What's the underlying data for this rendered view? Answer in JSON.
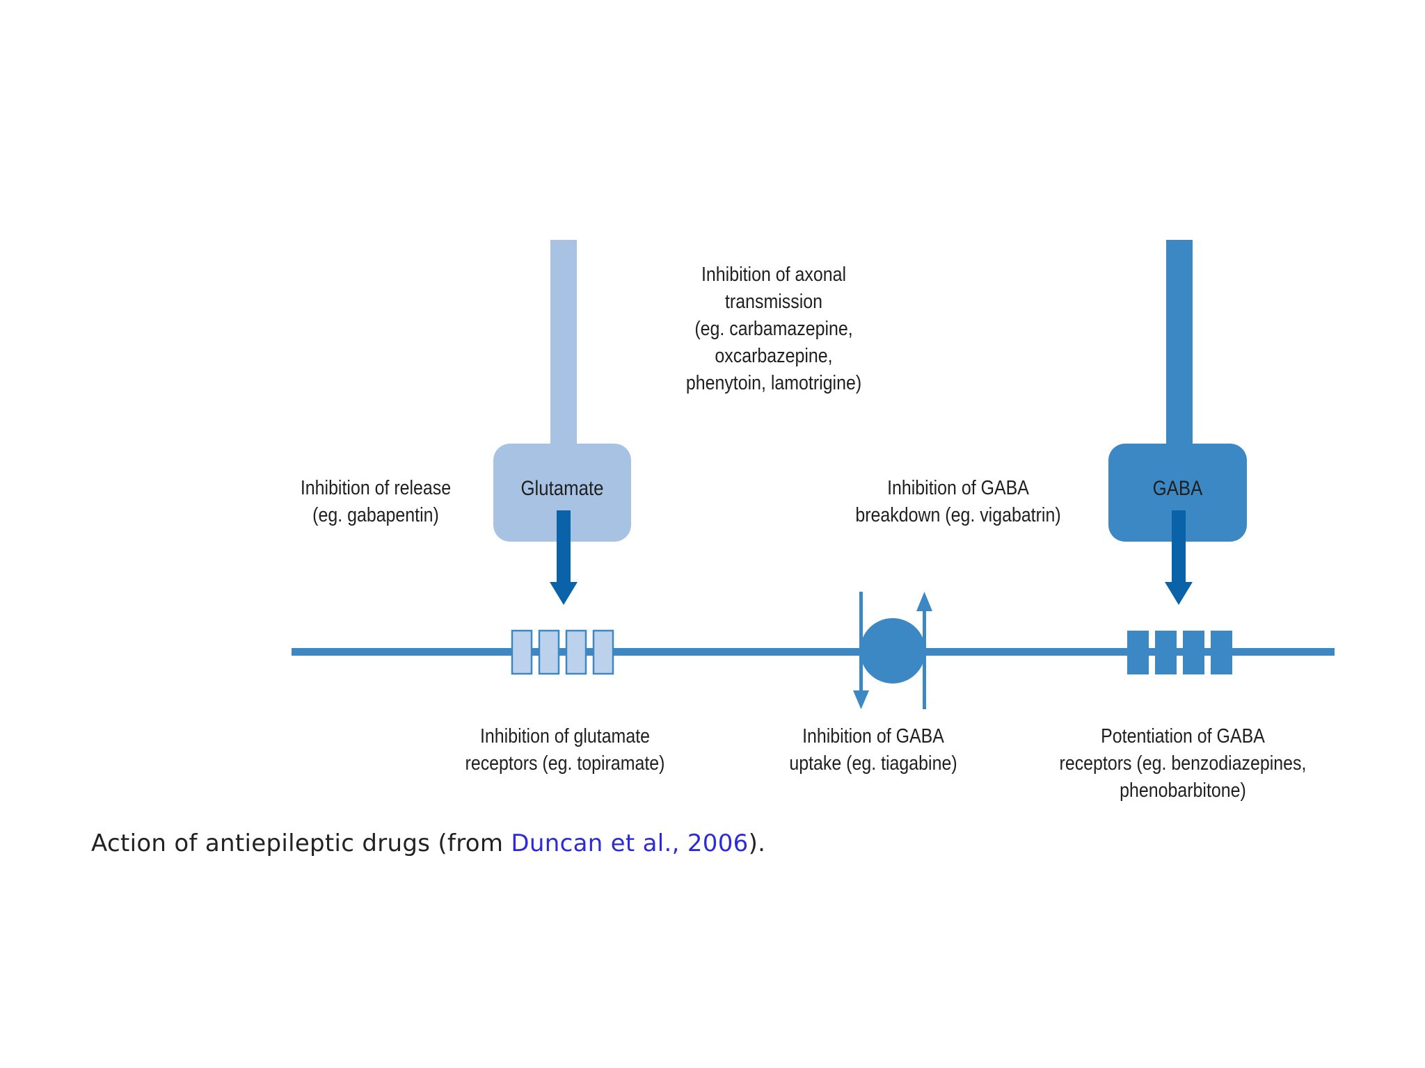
{
  "diagram": {
    "labels": {
      "axonal": [
        "Inhibition of axonal",
        "transmission",
        "(eg. carbamazepine,",
        "oxcarbazepine,",
        "phenytoin, lamotrigine)"
      ],
      "release": [
        "Inhibition of release",
        "(eg. gabapentin)"
      ],
      "gaba_breakdown": [
        "Inhibition of GABA",
        "breakdown (eg. vigabatrin)"
      ],
      "glutamate_receptors": [
        "Inhibition of glutamate",
        "receptors (eg. topiramate)"
      ],
      "gaba_uptake": [
        "Inhibition of GABA",
        "uptake (eg. tiagabine)"
      ],
      "gaba_receptors": [
        "Potentiation of GABA",
        "receptors (eg. benzodiazepines,",
        "phenobarbitone)"
      ]
    },
    "boxes": {
      "glutamate": "Glutamate",
      "gaba": "GABA"
    },
    "colors": {
      "light_blue": "#a7c2e2",
      "medium_blue": "#3c88c4",
      "dark_arrow": "#0a63a8",
      "membrane": "#3d87c2"
    }
  },
  "caption": {
    "text": "Action of antiepileptic drugs (from ",
    "reference": "Duncan et al., 2006",
    "suffix": ")."
  }
}
